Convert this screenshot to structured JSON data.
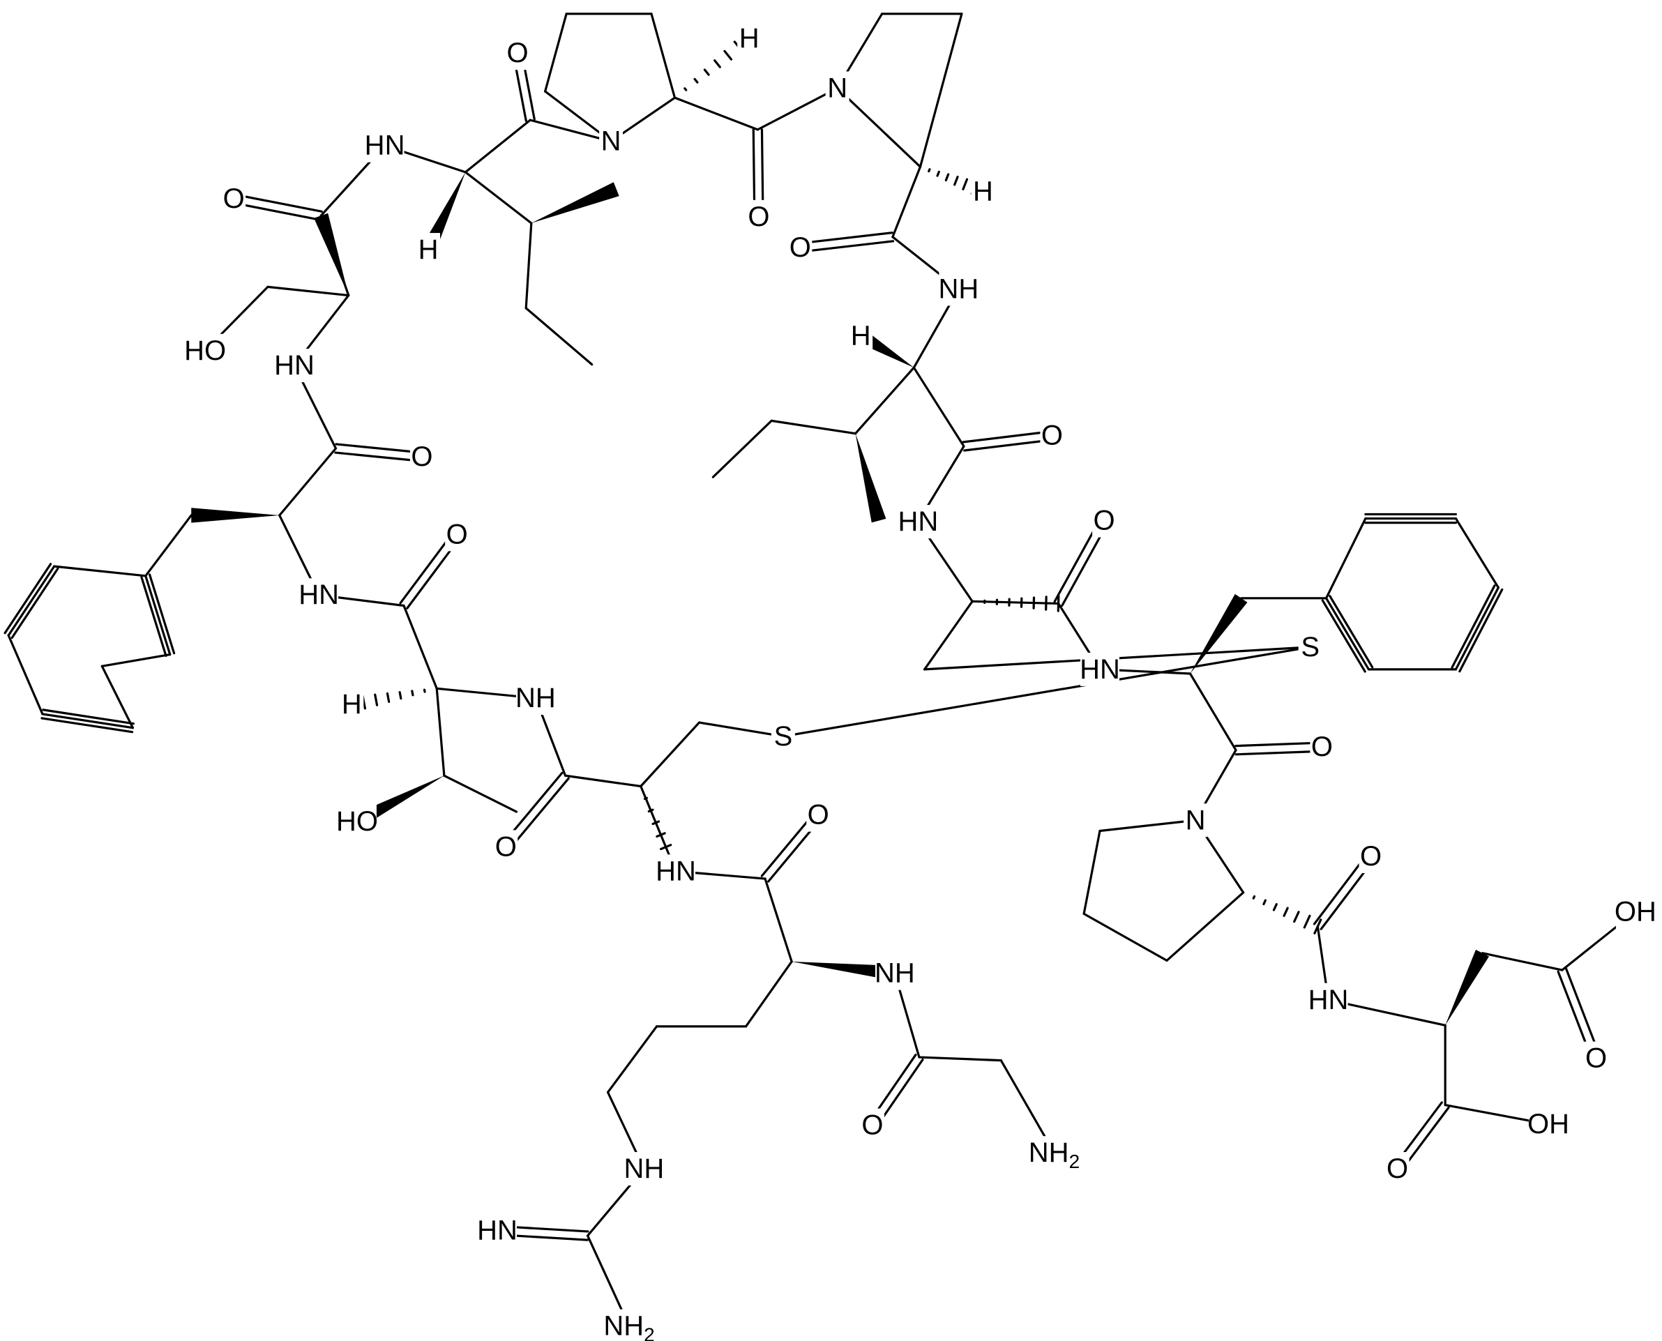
{
  "atoms": [
    {
      "id": "o_ile1",
      "label": "O"
    },
    {
      "id": "h_pro2",
      "label": "H"
    },
    {
      "id": "n_pro3",
      "label": "N"
    },
    {
      "id": "n_ile1",
      "label": "H",
      "sub": "N"
    },
    {
      "id": "o_ser",
      "label": "O"
    },
    {
      "id": "n_pro2",
      "label": "N"
    },
    {
      "id": "h_pro3",
      "label": "H"
    },
    {
      "id": "h_ile1",
      "label": "H"
    },
    {
      "id": "o_pro2",
      "label": "O"
    },
    {
      "id": "o_pro3",
      "label": "O"
    },
    {
      "id": "n_ile2",
      "label": "NH"
    },
    {
      "id": "oh_ser",
      "label": "HO"
    },
    {
      "id": "n_ser",
      "label": "HN"
    },
    {
      "id": "h_ile2",
      "label": "H"
    },
    {
      "id": "o_ile2",
      "label": "O"
    },
    {
      "id": "o_phe1",
      "label": "O"
    },
    {
      "id": "n_cys2",
      "label": "HN"
    },
    {
      "id": "o_cys2",
      "label": "O"
    },
    {
      "id": "o_thr",
      "label": "O"
    },
    {
      "id": "n_phe1",
      "label": "HN"
    },
    {
      "id": "s2",
      "label": "S"
    },
    {
      "id": "n_phe2",
      "label": "HN"
    },
    {
      "id": "h_thr",
      "label": "H"
    },
    {
      "id": "n_thr",
      "label": "NH"
    },
    {
      "id": "s1",
      "label": "S"
    },
    {
      "id": "o_phe2",
      "label": "O"
    },
    {
      "id": "oh_thr",
      "label": "HO"
    },
    {
      "id": "o_cys1",
      "label": "O"
    },
    {
      "id": "o_arg",
      "label": "O"
    },
    {
      "id": "n_pro4",
      "label": "N"
    },
    {
      "id": "n_cys1",
      "label": "HN"
    },
    {
      "id": "o_pro4",
      "label": "O"
    },
    {
      "id": "n_arg",
      "label": "NH"
    },
    {
      "id": "oh_asp1",
      "label": "OH"
    },
    {
      "id": "n_asp",
      "label": "HN"
    },
    {
      "id": "o_asp1",
      "label": "O"
    },
    {
      "id": "o_gly",
      "label": "O"
    },
    {
      "id": "nh2_gly",
      "label": "NH",
      "sub": "2"
    },
    {
      "id": "oh_asp2",
      "label": "OH"
    },
    {
      "id": "o_asp2",
      "label": "O"
    },
    {
      "id": "nh_guan",
      "label": "NH"
    },
    {
      "id": "hn_guan",
      "label": "HN"
    },
    {
      "id": "nh2_guan",
      "label": "NH",
      "sub": "2"
    }
  ]
}
